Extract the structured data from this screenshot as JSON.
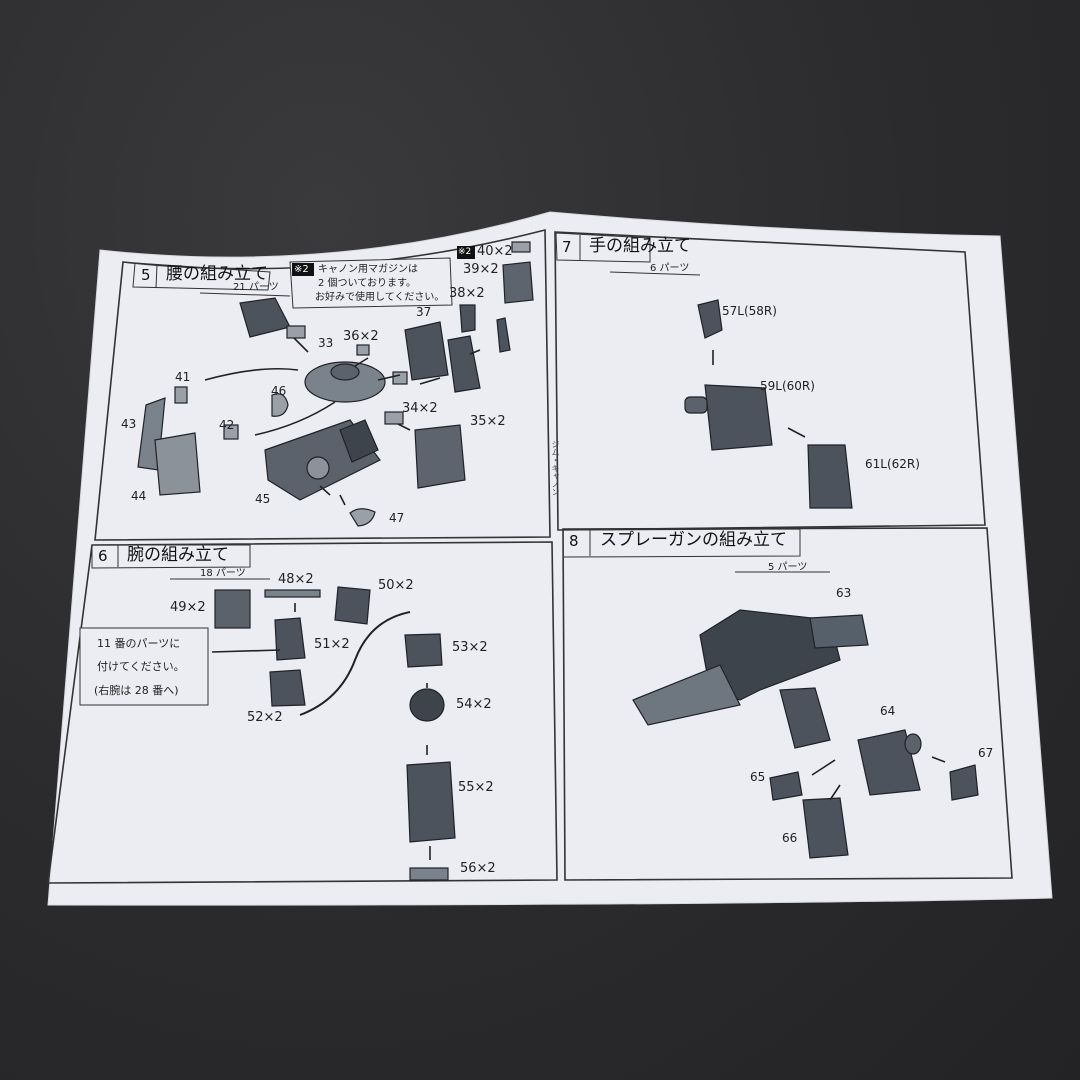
{
  "sections": {
    "s5": {
      "number": "5",
      "title": "腰の組み立て",
      "parts_count": "21 パーツ"
    },
    "s6": {
      "number": "6",
      "title": "腕の組み立て",
      "parts_count": "18 パーツ"
    },
    "s7": {
      "number": "7",
      "title": "手の組み立て",
      "parts_count": "6 パーツ"
    },
    "s8": {
      "number": "8",
      "title": "スプレーガンの組み立て",
      "parts_count": "5 パーツ"
    }
  },
  "notes": {
    "magazine": {
      "mark": "※2",
      "line1": "キャノン用マガジンは",
      "line2": "2 個ついております。",
      "line3": "お好みで使用してください。"
    },
    "mark_small": "※2",
    "arm_note": {
      "line1": "11 番のパーツに",
      "line2": "付けてください。",
      "line3": "(右腕は 28 番へ)"
    }
  },
  "side_text": "ジム・キャノン",
  "parts": {
    "p33": "33",
    "p34": "34×2",
    "p35": "35×2",
    "p36": "36×2",
    "p37": "37",
    "p38": "38×2",
    "p39": "39×2",
    "p40": "40×2",
    "p41": "41",
    "p42": "42",
    "p43": "43",
    "p44": "44",
    "p45": "45",
    "p46": "46",
    "p47": "47",
    "p48": "48×2",
    "p49": "49×2",
    "p50": "50×2",
    "p51": "51×2",
    "p52": "52×2",
    "p53": "53×2",
    "p54": "54×2",
    "p55": "55×2",
    "p56": "56×2",
    "p57": "57L(58R)",
    "p59": "59L(60R)",
    "p61": "61L(62R)",
    "p63": "63",
    "p64": "64",
    "p65": "65",
    "p66": "66",
    "p67": "67"
  }
}
